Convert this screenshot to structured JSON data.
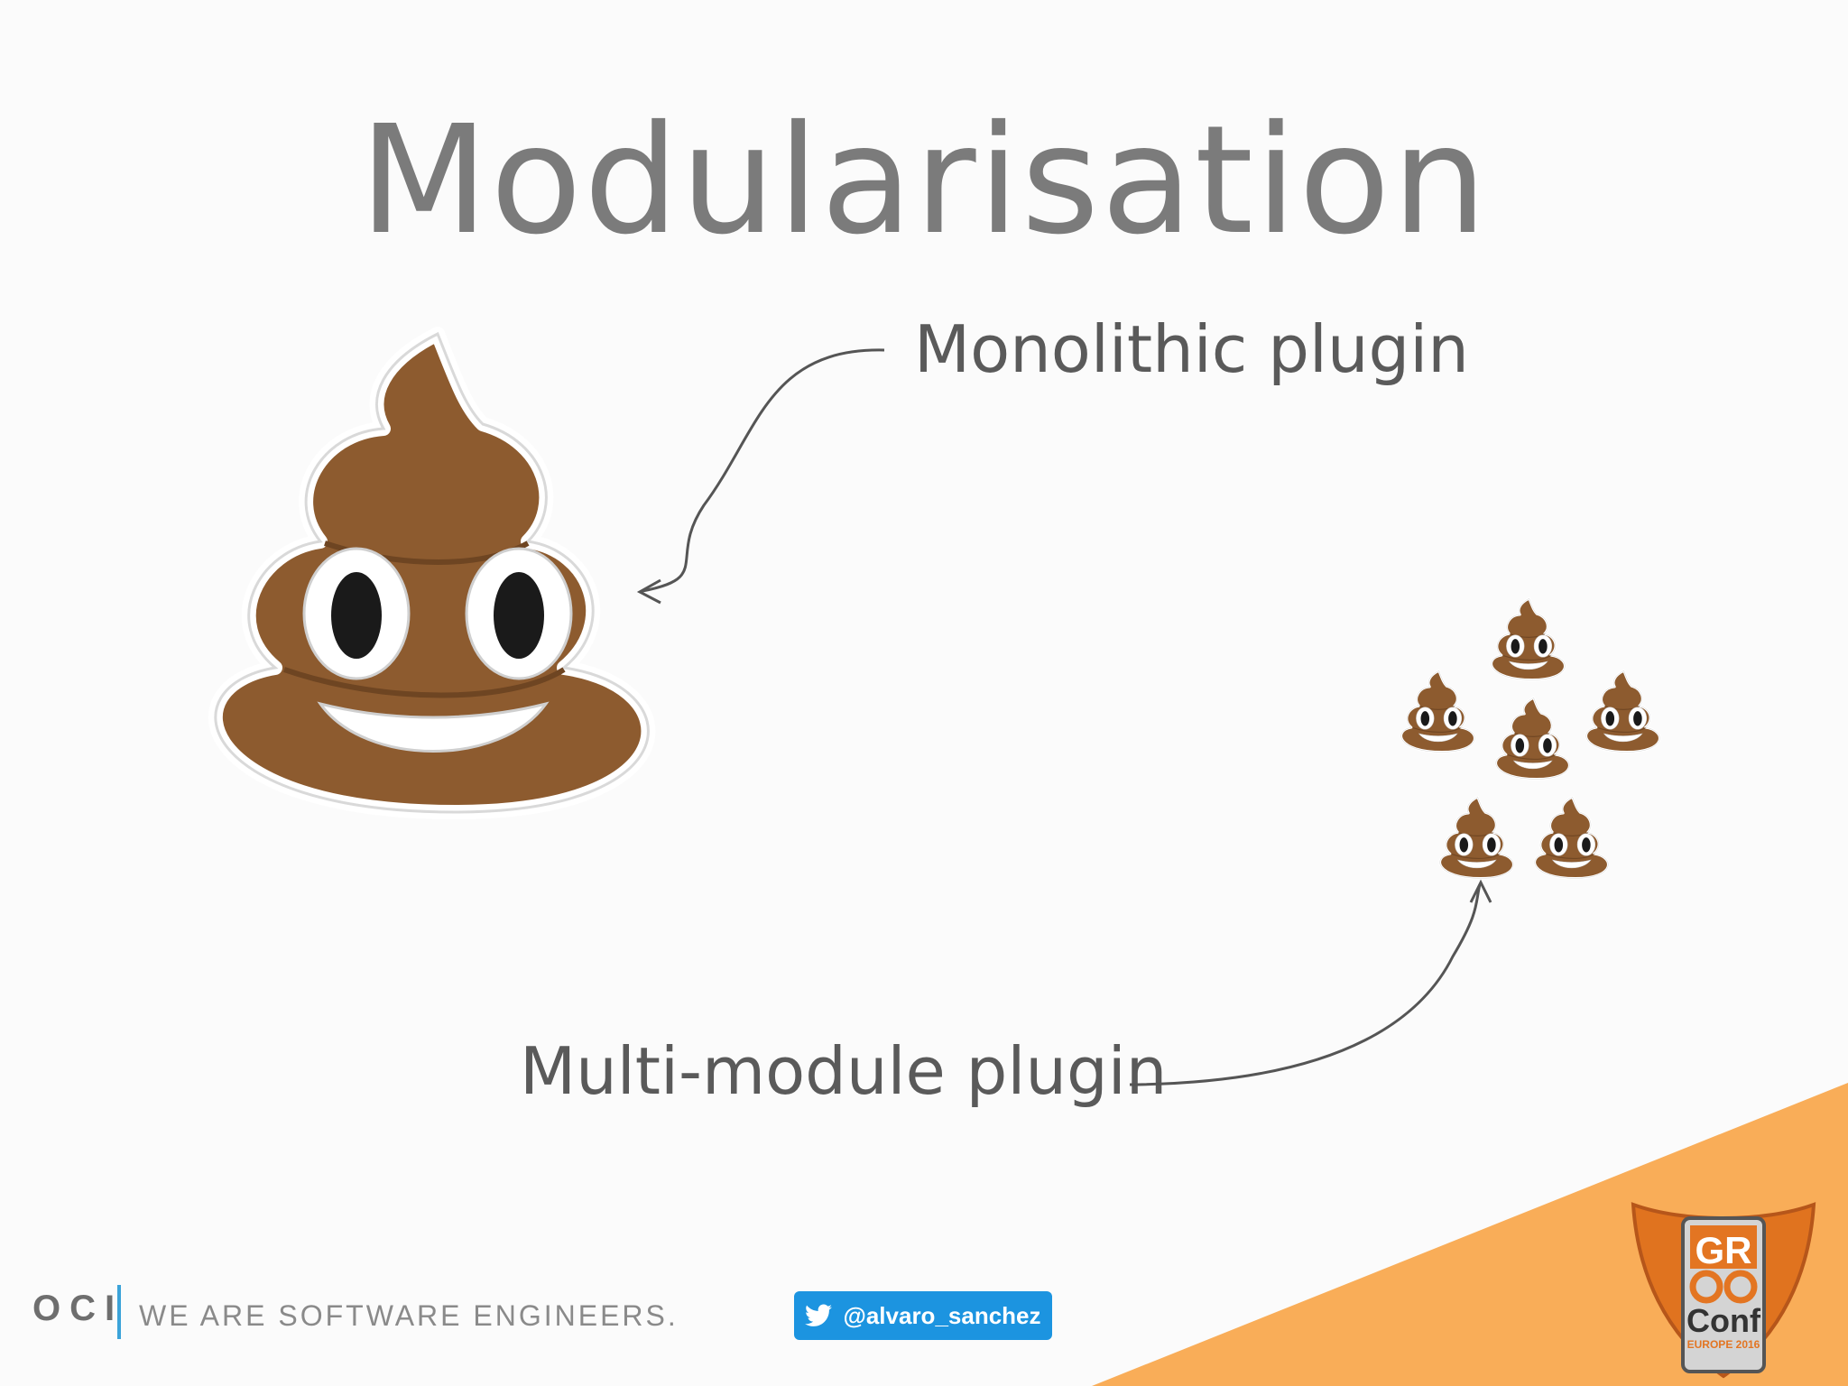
{
  "title": "Modularisation",
  "labels": {
    "monolithic": "Monolithic plugin",
    "multi_module": "Multi-module plugin"
  },
  "footer": {
    "company": "OCI",
    "tagline": "WE ARE SOFTWARE ENGINEERS.",
    "twitter_handle": "@alvaro_sanchez"
  },
  "logo": {
    "line1": "GR",
    "line3": "Conf",
    "line4": "EUROPE 2016"
  },
  "icons": {
    "big": "pile-of-poo-icon",
    "small": "pile-of-poo-icon",
    "twitter": "twitter-bird-icon"
  },
  "colors": {
    "title": "#7b7b7b",
    "accent_orange": "#f9ad58",
    "twitter_blue": "#1c94e0",
    "oci_bar": "#3ba3d9",
    "poo_brown": "#8b5a2b"
  }
}
